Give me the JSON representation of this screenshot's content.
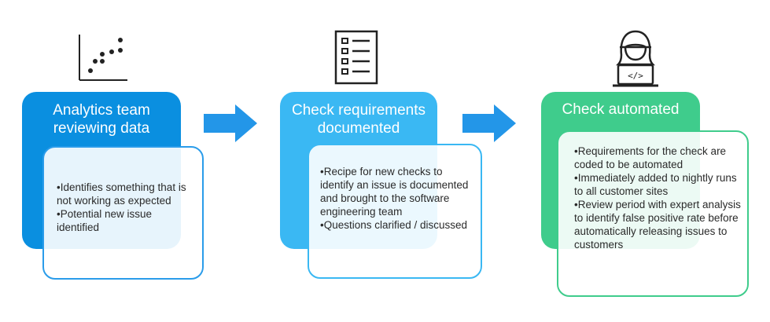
{
  "colors": {
    "step1": "#0a8fe0",
    "step2": "#3ab8f3",
    "step3": "#3fcc8c",
    "arrow": "#2396e8",
    "icon": "#222222"
  },
  "steps": [
    {
      "icon": "scatter-plot-icon",
      "title": "Analytics team reviewing data",
      "bullets": [
        "•Identifies something that is not working as expected",
        "•Potential new issue identified"
      ]
    },
    {
      "icon": "checklist-icon",
      "title": "Check requirements documented",
      "bullets": [
        "•Recipe for new checks to identify an issue is documented and brought to the software engineering team",
        "•Questions clarified / discussed"
      ]
    },
    {
      "icon": "developer-laptop-icon",
      "title": "Check automated",
      "bullets": [
        "•Requirements for the check are coded to be automated",
        "•Immediately added to nightly runs to all customer sites",
        "•Review period with expert analysis to identify false positive rate before automatically releasing issues to customers"
      ]
    }
  ]
}
